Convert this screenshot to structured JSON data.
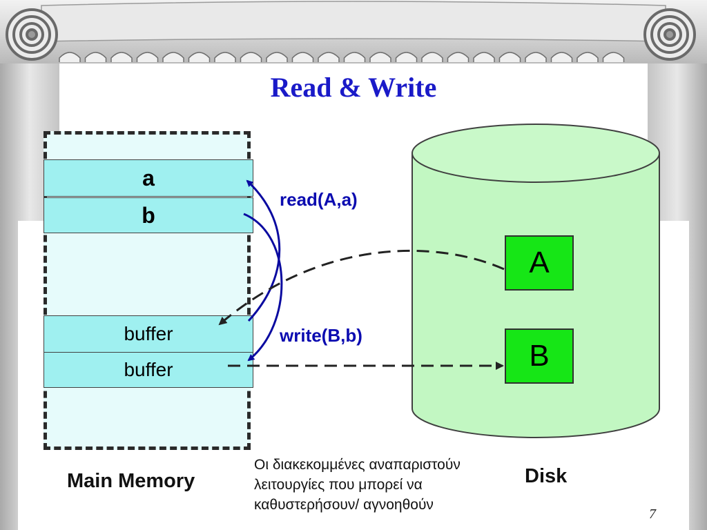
{
  "slide": {
    "title": "Read & Write",
    "page_number": "7"
  },
  "memory": {
    "caption": "Main Memory",
    "slots": [
      {
        "label": "a"
      },
      {
        "label": "b"
      },
      {
        "label": "buffer"
      },
      {
        "label": "buffer"
      }
    ]
  },
  "disk": {
    "caption": "Disk",
    "blocks": [
      {
        "label": "A"
      },
      {
        "label": "B"
      }
    ]
  },
  "operations": {
    "read": "read(A,a)",
    "write": "write(B,b)"
  },
  "note": "Οι διακεκομμένες αναπαριστούν λειτουργίες που μπορεί να καθυστερήσουν/ αγνοηθούν",
  "colors": {
    "title": "#1a1ac8",
    "operation_text": "#0b0bb0",
    "solid_arrow": "#0a0aa0",
    "memory_slot_fill": "#9ff0f0",
    "memory_area_fill": "#e6fbfb",
    "disk_fill": "#c2f7c2",
    "disk_block_fill": "#16e616",
    "column_stone": "#d6d6d6"
  }
}
